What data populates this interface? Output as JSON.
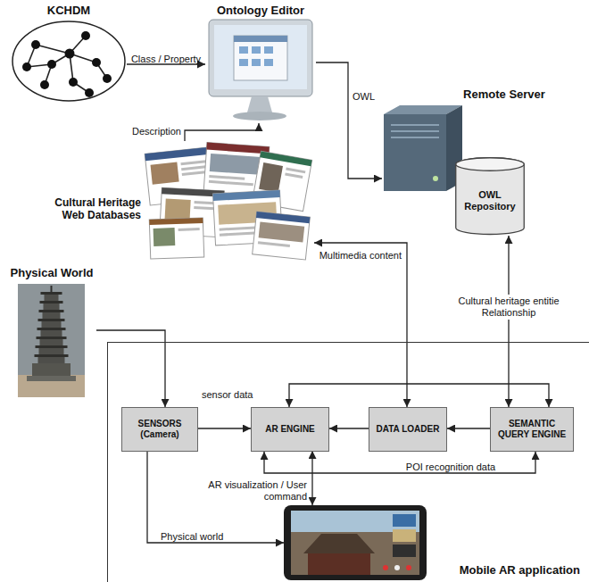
{
  "diagram": {
    "nodes": [
      {
        "text": [
          "KCHDM"
        ]
      },
      {
        "text": [
          "Ontology Editor"
        ]
      },
      {
        "text": [
          "Remote Server"
        ]
      },
      {
        "text": [
          "OWL Repository"
        ],
        "in": 2
      },
      {
        "text": [
          "Cultural Heritage Web Databases"
        ]
      },
      {
        "text": [
          "Physical World"
        ]
      },
      {
        "text": [
          "Mobile AR application"
        ]
      },
      {
        "text": [
          "SENSORS (Camera)"
        ],
        "in": 6
      },
      {
        "text": [
          "AR ENGINE"
        ],
        "in": 6
      },
      {
        "text": [
          "DATA LOADER"
        ],
        "in": 6
      },
      {
        "text": [
          "SEMANTIC QUERY ENGINE"
        ],
        "in": 6
      }
    ],
    "edges": [
      {
        "from": 0,
        "to": 1,
        "arrow": "to",
        "label": "Class / Property"
      },
      {
        "from": 4,
        "to": 1,
        "arrow": "to",
        "label": "Description"
      },
      {
        "from": 1,
        "to": 2,
        "arrow": "to",
        "label": "OWL"
      },
      {
        "from": 10,
        "to": 3,
        "arrow": "both",
        "label": "Cultural heritage entitie Relationship"
      },
      {
        "from": 9,
        "to": 4,
        "arrow": "both",
        "label": "Multimedia content"
      },
      {
        "from": 5,
        "to": 7,
        "arrow": "to"
      },
      {
        "from": 7,
        "to": 8,
        "arrow": "to",
        "label": "sensor data"
      },
      {
        "from": 9,
        "to": 8,
        "arrow": "to"
      },
      {
        "from": 10,
        "to": 9,
        "arrow": "to"
      },
      {
        "from": 8,
        "to": 10,
        "arrow": "both"
      },
      {
        "from": 8,
        "to": 10,
        "arrow": "both",
        "label": "POI recognition data"
      }
    ],
    "labels": [
      "AR visualization / User command",
      "Physical world"
    ]
  }
}
